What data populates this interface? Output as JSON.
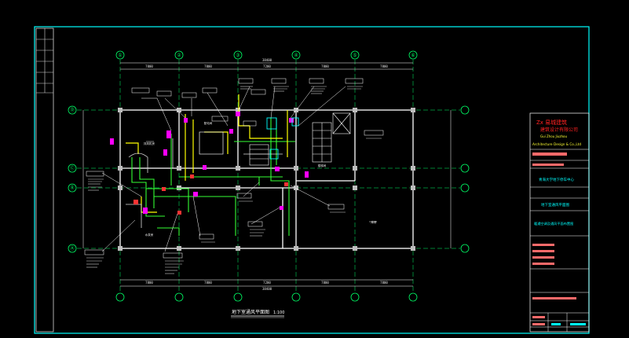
{
  "drawing": {
    "title": "地下室通风平面图",
    "scale": "1:100",
    "overall_dimension_top": "38400",
    "overall_dimension_bottom": "38400",
    "top_segments": [
      "7800",
      "7800",
      "7200",
      "7800",
      "7800"
    ],
    "bottom_segments": [
      "7800",
      "7800",
      "7200",
      "7800",
      "7800"
    ],
    "column_axes": [
      "①",
      "②",
      "③",
      "④",
      "⑤",
      "⑥"
    ],
    "row_axes": [
      "Ⓐ",
      "Ⓑ",
      "Ⓒ",
      "Ⓓ"
    ],
    "room_labels": [
      "排风机房",
      "配电间",
      "楼梯间",
      "库房",
      "水泵房"
    ]
  },
  "title_block": {
    "company_short": "Zx 易城建筑",
    "company_name": "建筑设计有限公司",
    "company_pinyin": "Gui Zhou Jiuzhou",
    "company_en": "Architecture Design & Co.,Ltd",
    "project_name": "青海大学地下停车中心",
    "drawing_name": "地下室通风平面图",
    "drawing_sub": "暖通空调及通风平面布置图"
  },
  "colors": {
    "frame": "#00ffff",
    "walls": "#ffffff",
    "grid": "#00ff66",
    "duct_green": "#33ff33",
    "duct_yellow": "#ffff00",
    "accent_magenta": "#ff00ff",
    "accent_red": "#ff3333",
    "title_red": "#ff2222",
    "title_bar": "#ff6a6a"
  }
}
